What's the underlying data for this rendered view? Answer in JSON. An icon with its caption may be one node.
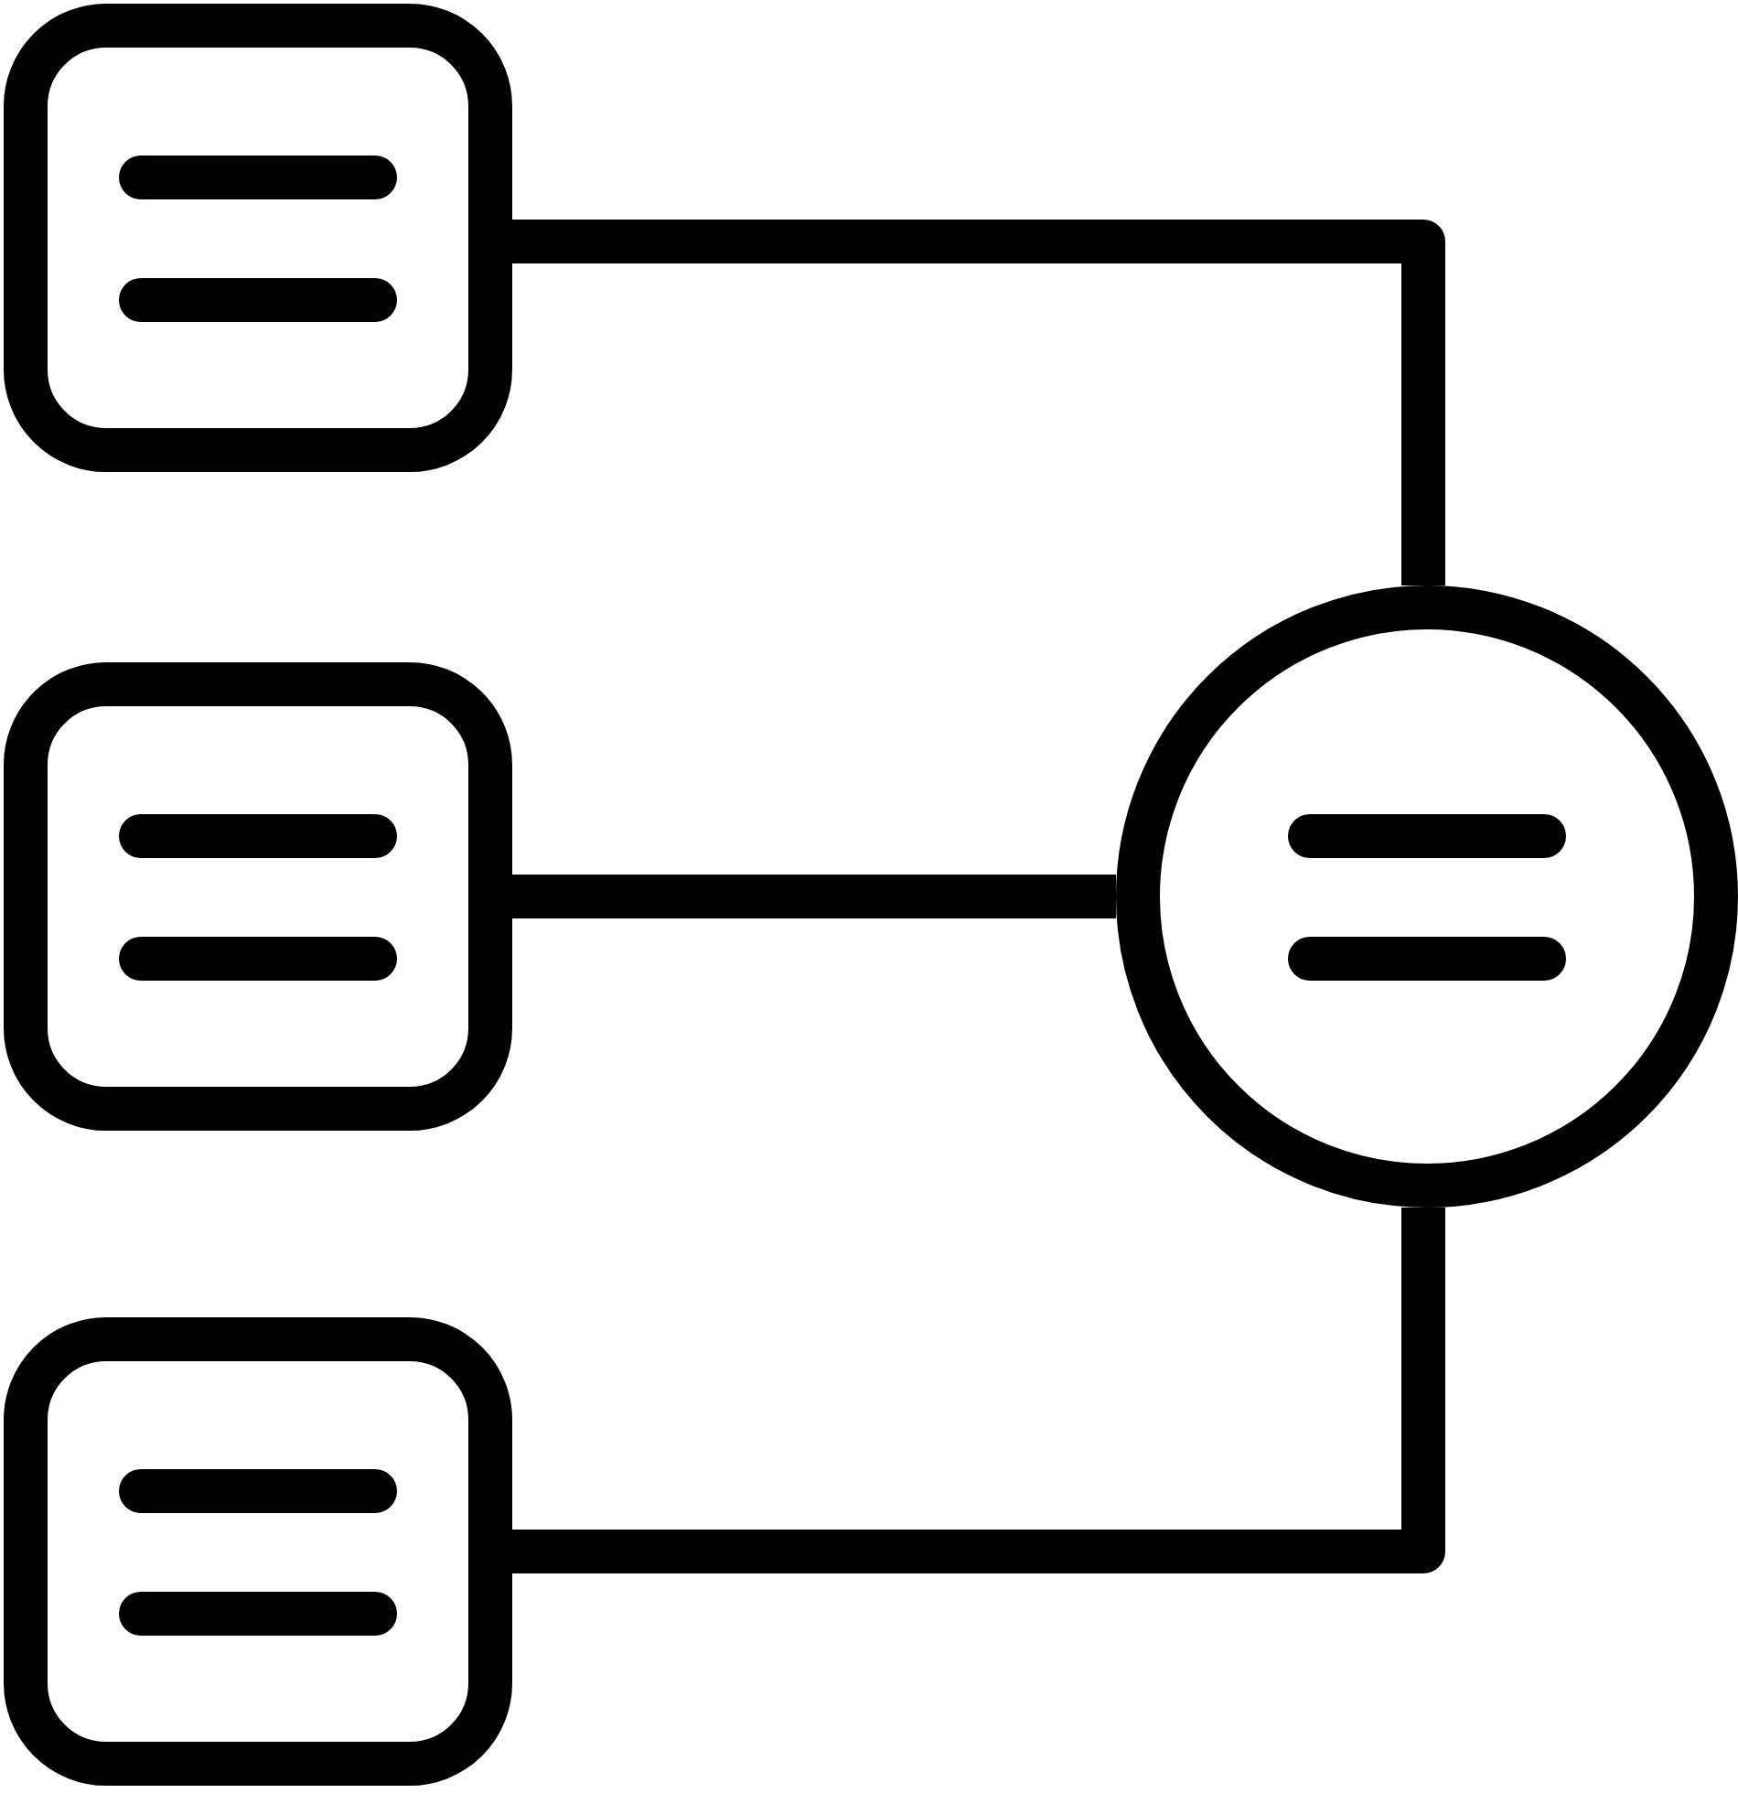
{
  "diagram": {
    "nodes": [
      {
        "text": [],
        "shape": "box"
      },
      {
        "text": [],
        "shape": "box"
      },
      {
        "text": [],
        "shape": "box"
      },
      {
        "text": [],
        "shape": "circle"
      }
    ],
    "edges": [
      {
        "from": 0,
        "to": 3,
        "arrow": "none"
      },
      {
        "from": 1,
        "to": 3,
        "arrow": "none"
      },
      {
        "from": 2,
        "to": 3,
        "arrow": "none"
      }
    ]
  }
}
